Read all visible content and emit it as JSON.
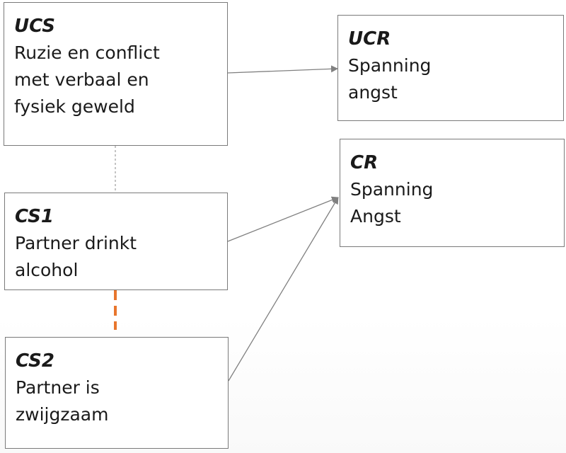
{
  "boxes": {
    "ucs": {
      "title": "UCS",
      "body": "Ruzie en conflict\nmet verbaal en\nfysiek geweld"
    },
    "ucr": {
      "title": "UCR",
      "body": "Spanning\nangst"
    },
    "cr": {
      "title": "CR",
      "body": "Spanning\nAngst"
    },
    "cs1": {
      "title": "CS1",
      "body": "Partner drinkt\nalcohol"
    },
    "cs2": {
      "title": "CS2",
      "body": "Partner is\nzwijgzaam"
    }
  },
  "colors": {
    "box_border": "#7a7a7a",
    "arrow": "#808080",
    "dashed_gray": "#8a8a8a",
    "dashed_orange": "#e8762d"
  }
}
